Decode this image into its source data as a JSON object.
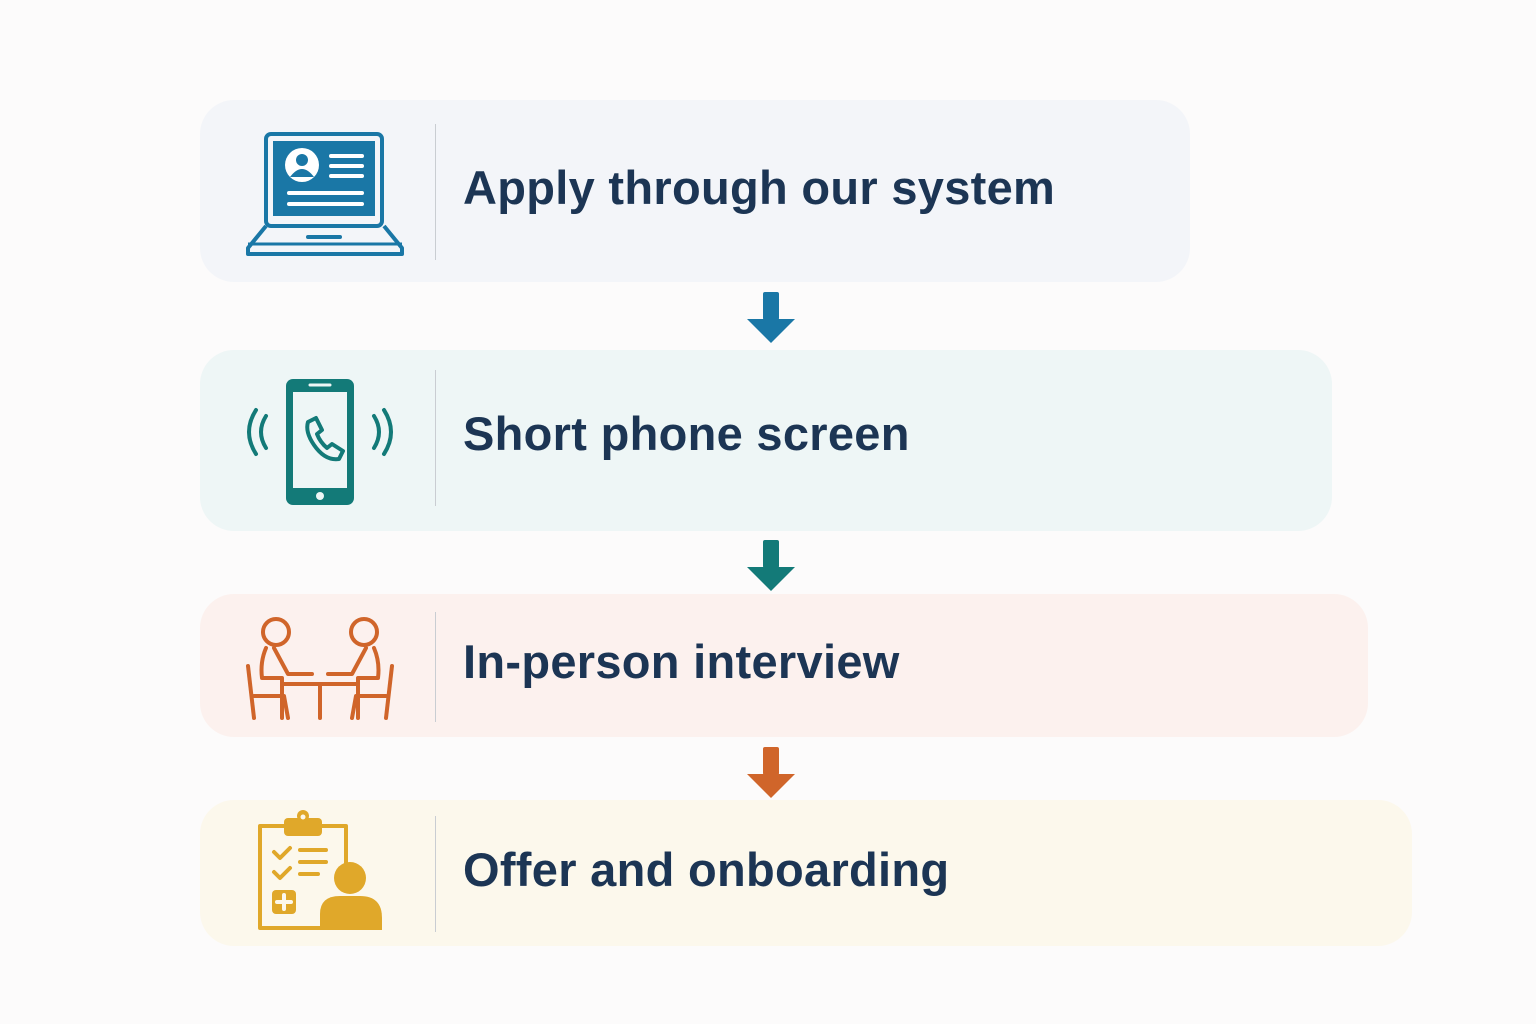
{
  "steps": [
    {
      "label": "Apply through our system",
      "icon": "laptop-profile-icon",
      "color": "#1a77a6",
      "bg": "#f3f5f9"
    },
    {
      "label": "Short phone screen",
      "icon": "phone-ringing-icon",
      "color": "#137a78",
      "bg": "#eef6f6"
    },
    {
      "label": "In-person interview",
      "icon": "interview-table-icon",
      "color": "#d0652a",
      "bg": "#fcf1ee"
    },
    {
      "label": "Offer and onboarding",
      "icon": "clipboard-person-icon",
      "color": "#e0a82a",
      "bg": "#fcf8ec"
    }
  ],
  "arrows": [
    {
      "icon": "arrow-down-icon",
      "color": "#1a77a6"
    },
    {
      "icon": "arrow-down-icon",
      "color": "#137a78"
    },
    {
      "icon": "arrow-down-icon",
      "color": "#d0652a"
    }
  ]
}
